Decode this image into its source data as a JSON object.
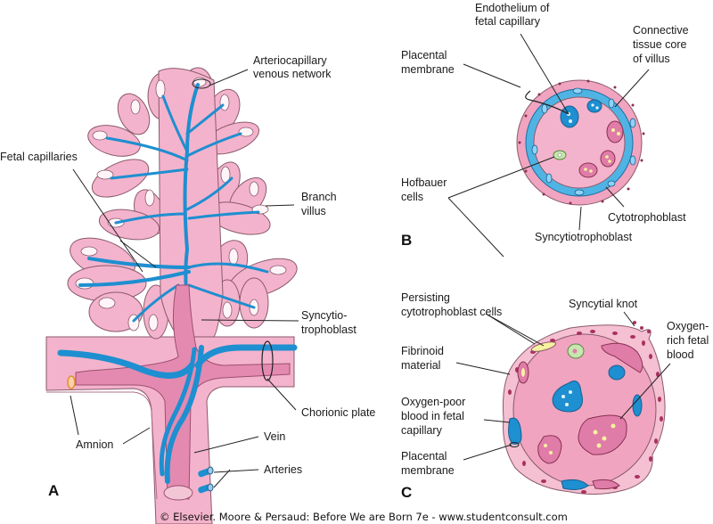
{
  "figure": {
    "type": "anatomical-illustration",
    "subject": "Chorionic villi of the placenta",
    "colors": {
      "villus_tissue": "#f4b3cc",
      "stem_tissue": "#e48ab0",
      "fetal_vein_blue": "#1e8fd0",
      "artery_pink": "#dc7fa8",
      "hofbauer_green": "#c8e6b0",
      "nucleus_dark": "#8a3050",
      "rbc_yellow": "#f6f2a0",
      "amnion_orange": "#e0902a"
    }
  },
  "panels": {
    "A": {
      "letter": "A",
      "labels": {
        "arteriocapillary_1": "Arteriocapillary",
        "arteriocapillary_2": "venous network",
        "fetal_capillaries": "Fetal capillaries",
        "branch_villus_1": "Branch",
        "branch_villus_2": "villus",
        "syncytio_1": "Syncytio-",
        "syncytio_2": "trophoblast",
        "chorionic_plate": "Chorionic plate",
        "amnion": "Amnion",
        "vein": "Vein",
        "arteries": "Arteries"
      }
    },
    "B": {
      "letter": "B",
      "labels": {
        "endothelium_1": "Endothelium of",
        "endothelium_2": "fetal capillary",
        "connective_1": "Connective",
        "connective_2": "tissue core",
        "connective_3": "of villus",
        "placental_membrane_1": "Placental",
        "placental_membrane_2": "membrane",
        "hofbauer_1": "Hofbauer",
        "hofbauer_2": "cells",
        "cytotrophoblast": "Cytotrophoblast",
        "syncytiotrophoblast": "Syncytiotrophoblast"
      }
    },
    "C": {
      "letter": "C",
      "labels": {
        "persisting_1": "Persisting",
        "persisting_2": "cytotrophoblast cells",
        "syncytial_knot": "Syncytial knot",
        "oxygen_rich_1": "Oxygen-",
        "oxygen_rich_2": "rich fetal",
        "oxygen_rich_3": "blood",
        "fibrinoid_1": "Fibrinoid",
        "fibrinoid_2": "material",
        "oxygen_poor_1": "Oxygen-poor",
        "oxygen_poor_2": "blood in fetal",
        "oxygen_poor_3": "capillary",
        "placental_membrane_1": "Placental",
        "placental_membrane_2": "membrane"
      }
    }
  },
  "footer": {
    "copyright": "© Elsevier. Moore & Persaud: Before We are Born 7e - www.studentconsult.com"
  }
}
